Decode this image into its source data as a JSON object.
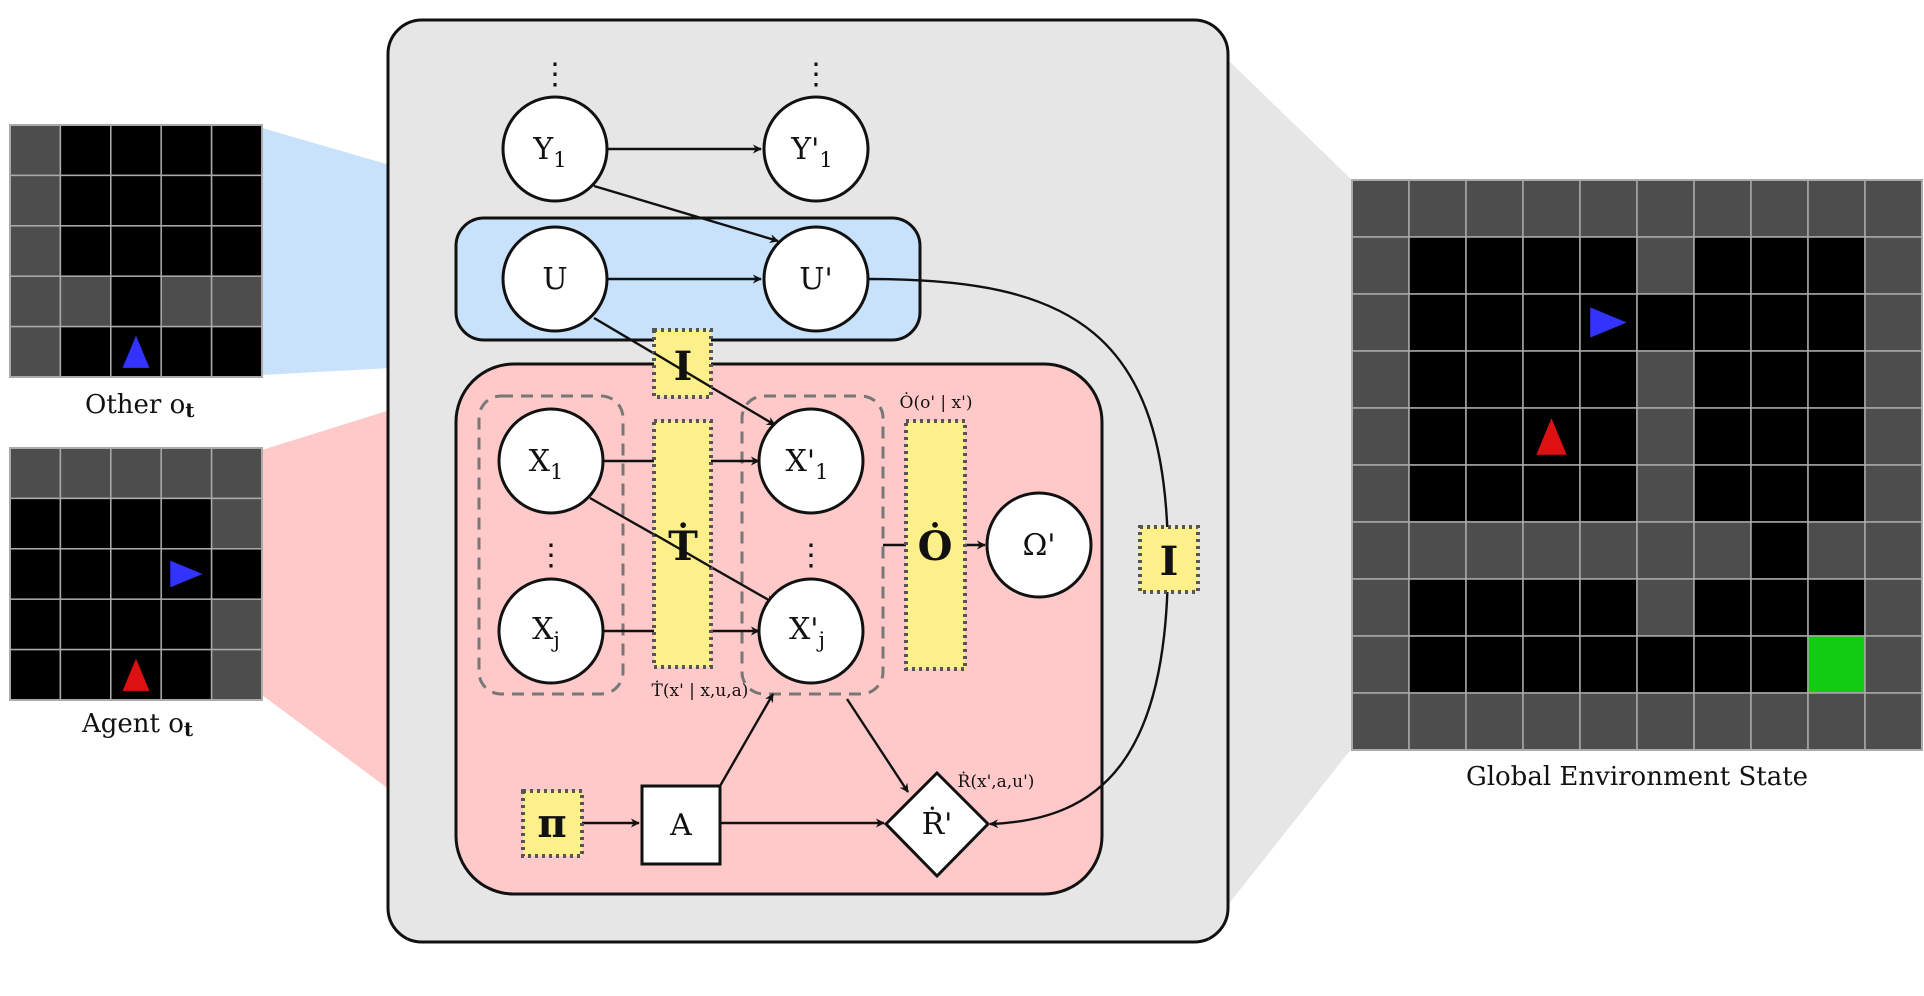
{
  "captions": {
    "other_obs": "Other o",
    "other_obs_sub": "t",
    "agent_obs": "Agent o",
    "agent_obs_sub": "t",
    "global_state": "Global Environment State"
  },
  "nodes": {
    "y1": "Y",
    "y1_sub": "1",
    "y1p": "Y'",
    "y1p_sub": "1",
    "u": "U",
    "up": "U'",
    "x1": "X",
    "x1_sub": "1",
    "x1p": "X'",
    "x1p_sub": "1",
    "xj": "X",
    "xj_sub": "j",
    "xjp": "X'",
    "xjp_sub": "j",
    "omega": "Ω'",
    "action": "A",
    "reward": "Ṙ'"
  },
  "factors": {
    "transition": "Ṫ",
    "observation": "Ȯ",
    "interaction_top": "I",
    "interaction_right": "I",
    "policy": "π"
  },
  "annotations": {
    "transition_fn": "Ṫ(x' | x,u,a)",
    "observation_fn": "Ȯ(o' | x')",
    "reward_fn": "Ṙ(x',a,u')",
    "ellipsis": "⋮"
  },
  "colors": {
    "gray_panel": "#e6e6e6",
    "blue_panel": "#c8e2fb",
    "red_panel": "#ffc9c9",
    "factor_yellow": "#fdf08a",
    "wall": "#4d4d4d",
    "floor": "#000000",
    "agent_blue": "#3333ff",
    "agent_red": "#dd1111",
    "goal_green": "#11cc11"
  },
  "grids": {
    "other_obs": {
      "cols": 5,
      "rows": 5,
      "cells": [
        [
          1,
          0,
          0,
          0,
          0
        ],
        [
          1,
          0,
          0,
          0,
          0
        ],
        [
          1,
          0,
          0,
          0,
          0
        ],
        [
          1,
          1,
          0,
          1,
          1
        ],
        [
          1,
          0,
          0,
          0,
          0
        ]
      ],
      "agents": [
        {
          "row": 4,
          "col": 2,
          "color": "#3333ff",
          "dir": "up"
        }
      ]
    },
    "agent_obs": {
      "cols": 5,
      "rows": 5,
      "cells": [
        [
          1,
          1,
          1,
          1,
          1
        ],
        [
          0,
          0,
          0,
          0,
          1
        ],
        [
          0,
          0,
          0,
          0,
          0
        ],
        [
          0,
          0,
          0,
          0,
          1
        ],
        [
          0,
          0,
          0,
          0,
          1
        ]
      ],
      "agents": [
        {
          "row": 2,
          "col": 3,
          "color": "#3333ff",
          "dir": "right"
        },
        {
          "row": 4,
          "col": 2,
          "color": "#dd1111",
          "dir": "up"
        }
      ]
    },
    "global_state": {
      "cols": 10,
      "rows": 10,
      "cells": [
        [
          1,
          1,
          1,
          1,
          1,
          1,
          1,
          1,
          1,
          1
        ],
        [
          1,
          0,
          0,
          0,
          0,
          1,
          0,
          0,
          0,
          1
        ],
        [
          1,
          0,
          0,
          0,
          0,
          0,
          0,
          0,
          0,
          1
        ],
        [
          1,
          0,
          0,
          0,
          0,
          1,
          0,
          0,
          0,
          1
        ],
        [
          1,
          0,
          0,
          0,
          0,
          1,
          0,
          0,
          0,
          1
        ],
        [
          1,
          0,
          0,
          0,
          0,
          1,
          0,
          0,
          0,
          1
        ],
        [
          1,
          1,
          1,
          1,
          1,
          1,
          1,
          0,
          1,
          1
        ],
        [
          1,
          0,
          0,
          0,
          0,
          1,
          0,
          0,
          0,
          1
        ],
        [
          1,
          0,
          0,
          0,
          0,
          0,
          0,
          0,
          2,
          1
        ],
        [
          1,
          1,
          1,
          1,
          1,
          1,
          1,
          1,
          1,
          1
        ]
      ],
      "agents": [
        {
          "row": 2,
          "col": 4,
          "color": "#3333ff",
          "dir": "right"
        },
        {
          "row": 4,
          "col": 3,
          "color": "#dd1111",
          "dir": "up"
        }
      ]
    }
  }
}
